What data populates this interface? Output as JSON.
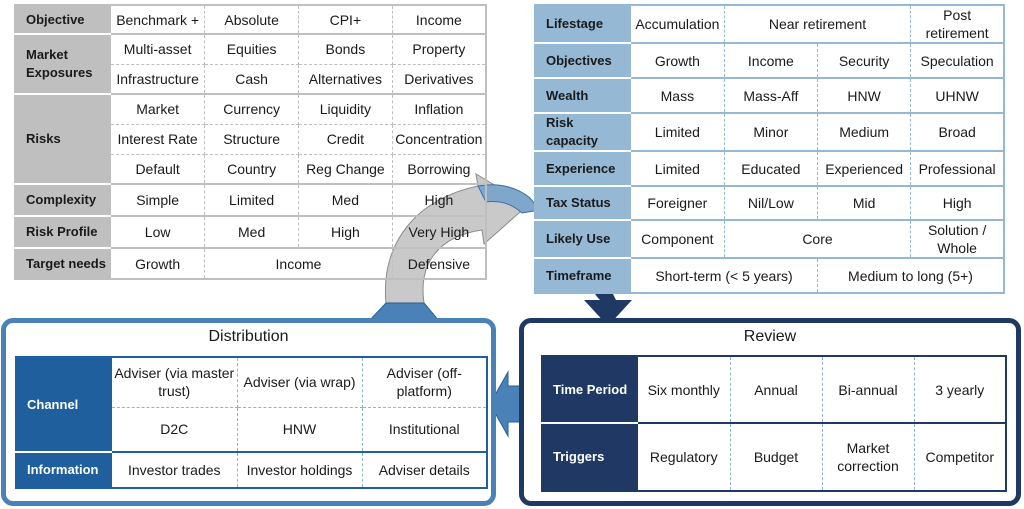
{
  "product": {
    "rows": [
      {
        "label": "Objective",
        "cells": [
          "Benchmark +",
          "Absolute",
          "CPI+",
          "Income"
        ]
      },
      {
        "label": "Market Exposures",
        "cells": [
          "Multi-asset",
          "Equities",
          "Bonds",
          "Property",
          "Infrastructure",
          "Cash",
          "Alternatives",
          "Derivatives"
        ]
      },
      {
        "label": "Risks",
        "cells": [
          "Market",
          "Currency",
          "Liquidity",
          "Inflation",
          "Interest Rate",
          "Structure",
          "Credit",
          "Concentration",
          "Default",
          "Country",
          "Reg Change",
          "Borrowing"
        ]
      },
      {
        "label": "Complexity",
        "cells": [
          "Simple",
          "Limited",
          "Med",
          "High"
        ]
      },
      {
        "label": "Risk Profile",
        "cells": [
          "Low",
          "Med",
          "High",
          "Very High"
        ]
      },
      {
        "label": "Target needs",
        "cells": [
          "Growth",
          "Income",
          "Defensive"
        ]
      }
    ]
  },
  "client": {
    "rows": [
      {
        "label": "Lifestage",
        "cells": [
          "Accumulation",
          "Near retirement",
          "Post retirement"
        ]
      },
      {
        "label": "Objectives",
        "cells": [
          "Growth",
          "Income",
          "Security",
          "Speculation"
        ]
      },
      {
        "label": "Wealth",
        "cells": [
          "Mass",
          "Mass-Aff",
          "HNW",
          "UHNW"
        ]
      },
      {
        "label": "Risk capacity",
        "cells": [
          "Limited",
          "Minor",
          "Medium",
          "Broad"
        ]
      },
      {
        "label": "Experience",
        "cells": [
          "Limited",
          "Educated",
          "Experienced",
          "Professional"
        ]
      },
      {
        "label": "Tax Status",
        "cells": [
          "Foreigner",
          "Nil/Low",
          "Mid",
          "High"
        ]
      },
      {
        "label": "Likely Use",
        "cells": [
          "Component",
          "Core",
          "Solution / Whole"
        ]
      },
      {
        "label": "Timeframe",
        "cells": [
          "Short-term (< 5 years)",
          "Medium to long (5+)"
        ]
      }
    ]
  },
  "distribution": {
    "title": "Distribution",
    "channel_label": "Channel",
    "channel_cells": [
      "Adviser (via master trust)",
      "Adviser (via wrap)",
      "Adviser (off-platform)",
      "D2C",
      "HNW",
      "Institutional"
    ],
    "information_label": "Information",
    "information_cells": [
      "Investor trades",
      "Investor holdings",
      "Adviser details"
    ]
  },
  "review": {
    "title": "Review",
    "time_label": "Time Period",
    "time_cells": [
      "Six monthly",
      "Annual",
      "Bi-annual",
      "3 yearly"
    ],
    "triggers_label": "Triggers",
    "triggers_cells": [
      "Regulatory",
      "Budget",
      "Market correction",
      "Competitor"
    ]
  },
  "colors": {
    "grey": "#bfbfbf",
    "grey_border": "#a6a6a6",
    "light_blue": "#95b9d5",
    "blue": "#1f5f9e",
    "blue_border": "#4a81b6",
    "navy": "#1f3864",
    "dashed": "#8fb4d3"
  }
}
